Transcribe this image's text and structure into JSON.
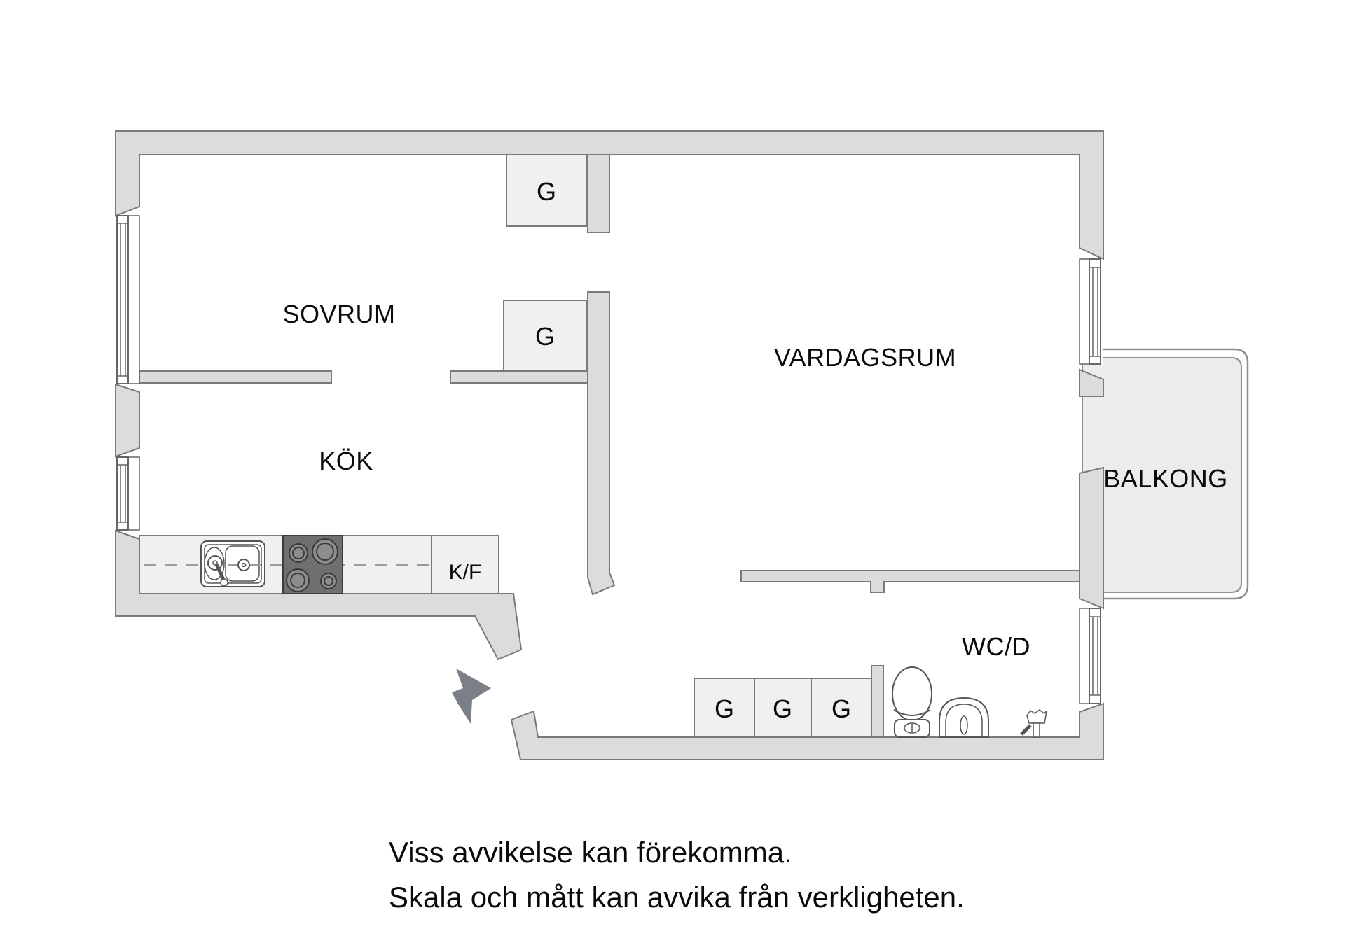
{
  "floorplan": {
    "rooms": {
      "bedroom": {
        "label": "SOVRUM"
      },
      "kitchen": {
        "label": "KÖK"
      },
      "living_room": {
        "label": "VARDAGSRUM"
      },
      "bathroom": {
        "label": "WC/D"
      },
      "balcony": {
        "label": "BALKONG"
      }
    },
    "closets": {
      "labels": [
        "G",
        "G",
        "G",
        "G",
        "G"
      ]
    },
    "appliances": {
      "fridge_freezer": "K/F"
    },
    "colors": {
      "wall_fill": "#dcdcdc",
      "wall_stroke": "#7a7a7a",
      "fixture_fill": "#f0f0f0",
      "stove_fill": "#6f6f6f",
      "balcony_fill": "#ececec",
      "arrow_fill": "#7b8086",
      "text": "#0a0a0a"
    }
  },
  "disclaimer": {
    "line1": "Viss avvikelse kan förekomma.",
    "line2": "Skala och mått kan avvika från verkligheten."
  }
}
